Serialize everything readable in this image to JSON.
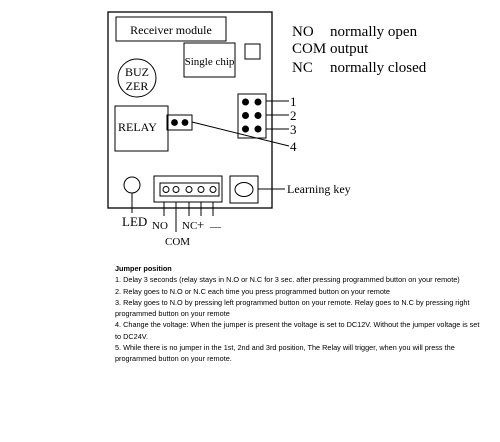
{
  "board": {
    "module_label": "Receiver module",
    "chip_label": "Single chip",
    "buzzer_label_line1": "BUZ",
    "buzzer_label_line2": "ZER",
    "relay_label": "RELAY",
    "led_label": "LED",
    "learning_key_label": "Learning key",
    "terminals": {
      "no": "NO",
      "com": "COM",
      "nc": "NC",
      "plus": "+",
      "minus": "—"
    },
    "jumper_numbers": [
      "1",
      "2",
      "3",
      "4"
    ]
  },
  "legend": [
    {
      "abbr": "NO",
      "meaning": "normally open"
    },
    {
      "abbr": "COM",
      "meaning": "output"
    },
    {
      "abbr": "NC",
      "meaning": "normally closed"
    }
  ],
  "notes": {
    "title": "Jumper position",
    "items": [
      "1. Delay 3 seconds (relay stays in N.O or N.C for 3 sec. after pressing programmed button on your remote)",
      "2. Relay goes to N.O or N.C each time you press programmed button on your remote",
      "3. Relay goes to N.O by pressing left programmed button on your remote. Relay goes to N.C by pressing right programmed button on your remote",
      "4. Change the voltage: When the jumper is present the voltage is set to DC12V. Without the jumper voltage is set to DC24V.",
      "5. While there is no jumper in the 1st, 2nd and 3rd position, The Relay will trigger, when you will press the programmed button on your remote."
    ]
  }
}
